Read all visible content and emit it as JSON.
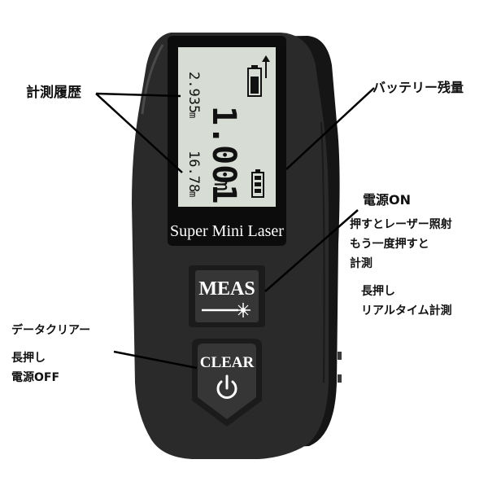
{
  "device": {
    "brand_label": "Super Mini Laser",
    "meas_label": "MEAS",
    "clear_label": "CLEAR",
    "body_color": "#2a2a2a",
    "lcd_color": "#d7dcd4"
  },
  "display": {
    "history": [
      {
        "value": "2.935",
        "unit": "m"
      },
      {
        "value": "16.78",
        "unit": "m"
      }
    ],
    "main_value": "1.001",
    "main_unit": "m"
  },
  "callouts": {
    "history": "計測履歴",
    "battery": "バッテリー残量",
    "power_on_title": "電源ON",
    "power_on_line1": "押すとレーザー照射",
    "power_on_line2": "もう一度押すと",
    "power_on_line3": "計測",
    "long_press_line1": "長押し",
    "long_press_line2": "リアルタイム計測",
    "data_clear": "データクリアー",
    "off_line1": "長押し",
    "off_line2": "電源OFF"
  }
}
